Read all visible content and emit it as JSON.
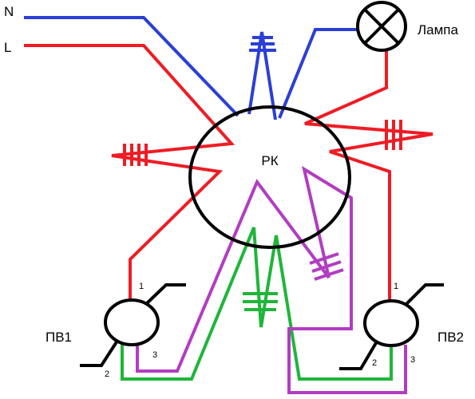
{
  "labels": {
    "n": "N",
    "l": "L",
    "lamp": "Лампа",
    "junction_box": "РК",
    "switch1": "ПВ1",
    "switch2": "ПВ2",
    "sw1_t1": "1",
    "sw1_t2": "2",
    "sw1_t3": "3",
    "sw2_t1": "1",
    "sw2_t2": "2",
    "sw2_t3": "3"
  },
  "colors": {
    "neutral": "#2b3fd6",
    "line": "#ee1c24",
    "traveler_green": "#1fb53a",
    "traveler_purple": "#b23cc2",
    "outline": "#000000",
    "background": "#ffffff"
  }
}
